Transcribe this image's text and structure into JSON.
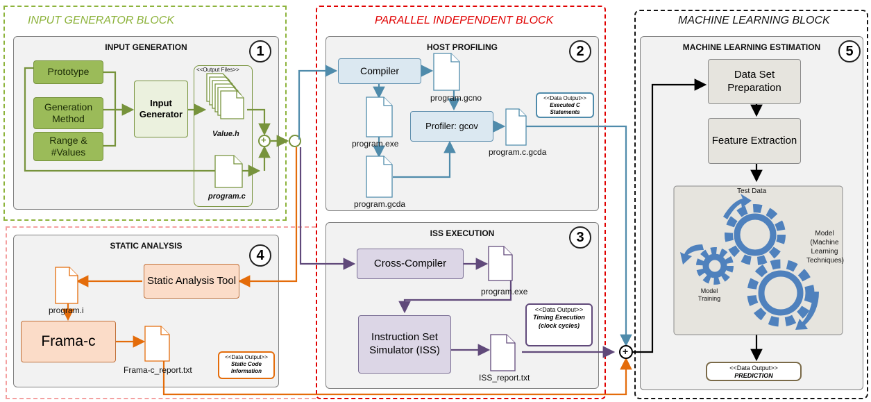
{
  "blocks": {
    "input_generator": "INPUT GENERATOR BLOCK",
    "parallel_independent": "PARALLEL INDEPENDENT BLOCK",
    "machine_learning": "MACHINE LEARNING BLOCK"
  },
  "panels": {
    "input_generation": {
      "title": "INPUT GENERATION",
      "num": "1"
    },
    "host_profiling": {
      "title": "HOST PROFILING",
      "num": "2"
    },
    "iss_execution": {
      "title": "ISS EXECUTION",
      "num": "3"
    },
    "static_analysis": {
      "title": "STATIC ANALYSIS",
      "num": "4"
    },
    "ml_estimation": {
      "title": "MACHINE LEARNING ESTIMATION",
      "num": "5"
    }
  },
  "input_generation": {
    "prototype": "Prototype",
    "generation_method": "Generation Method",
    "range_values": "Range & #Values",
    "input_generator": "Input Generator",
    "output_files": "<<Output Files>>",
    "value_h": "Value.h",
    "program_c": "program.c",
    "plus": "+"
  },
  "host_profiling": {
    "compiler": "Compiler",
    "program_gcno": "program.gcno",
    "program_exe": "program.exe",
    "profiler": "Profiler: gcov",
    "program_c_gcda": "program.c.gcda",
    "program_gcda": "program.gcda",
    "data_output_header": "<<Data Output>>",
    "data_output_body": "Executed C Statements"
  },
  "iss_execution": {
    "cross_compiler": "Cross-Compiler",
    "program_exe": "program.exe",
    "iss": "Instruction Set Simulator (ISS)",
    "iss_report": "ISS_report.txt",
    "data_output_header": "<<Data Output>>",
    "data_output_body": "Timing Execution (clock cycles)"
  },
  "static_analysis": {
    "tool": "Static Analysis Tool",
    "program_i": "program.i",
    "frama_c": "Frama-c",
    "report": "Frama-c_report.txt",
    "data_output_header": "<<Data Output>>",
    "data_output_body": "Static Code Information"
  },
  "ml_estimation": {
    "data_set_prep": "Data Set Preparation",
    "feature_extraction": "Feature Extraction",
    "test_data": "Test Data",
    "model": "Model (Machine Learning Techniques)",
    "model_training": "Model Training",
    "data_output_header": "<<Data Output>>",
    "data_output_body": "PREDICTION"
  },
  "combiner": {
    "plus": "+"
  },
  "colors": {
    "green": "#77933c",
    "blue": "#4f8bab",
    "purple": "#60497a",
    "orange": "#e46c0a",
    "red": "#e00000",
    "black": "#000000",
    "gear": "#4f81bd"
  }
}
